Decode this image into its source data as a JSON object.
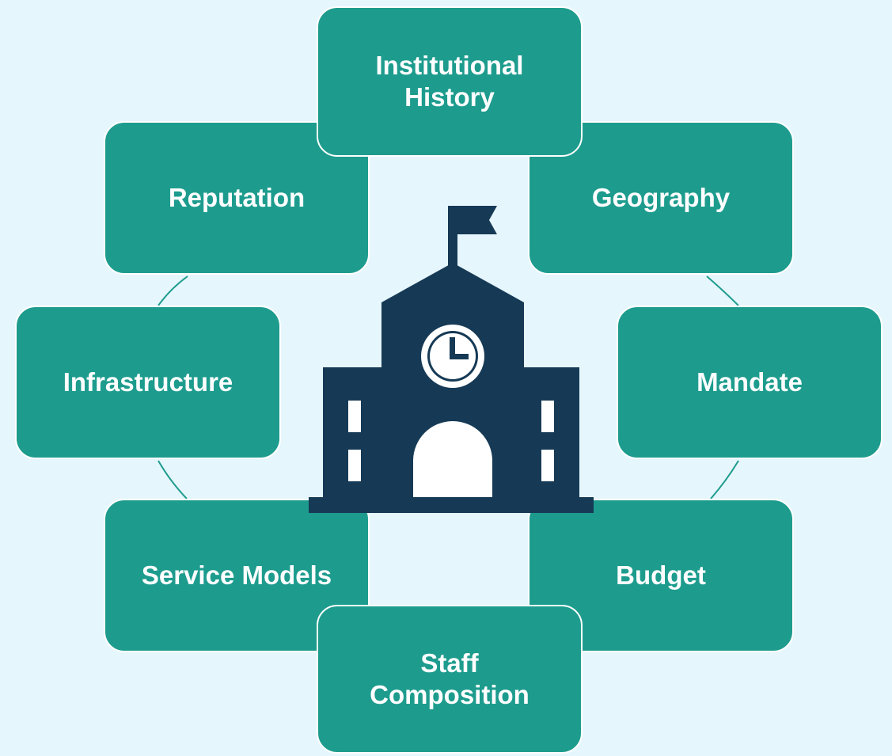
{
  "diagram": {
    "center_icon": "school-building-icon",
    "colors": {
      "background": "#e6f6fd",
      "node_fill": "#1d9c8e",
      "node_text": "#ffffff",
      "icon": "#163a55",
      "connector": "#1d9c8e"
    },
    "nodes": [
      {
        "id": "history",
        "label_lines": [
          "Institutional",
          "History"
        ]
      },
      {
        "id": "geography",
        "label_lines": [
          "Geography"
        ]
      },
      {
        "id": "mandate",
        "label_lines": [
          "Mandate"
        ]
      },
      {
        "id": "budget",
        "label_lines": [
          "Budget"
        ]
      },
      {
        "id": "staff",
        "label_lines": [
          "Staff",
          "Composition"
        ]
      },
      {
        "id": "service",
        "label_lines": [
          "Service Models"
        ]
      },
      {
        "id": "infrastructure",
        "label_lines": [
          "Infrastructure"
        ]
      },
      {
        "id": "reputation",
        "label_lines": [
          "Reputation"
        ]
      }
    ]
  }
}
